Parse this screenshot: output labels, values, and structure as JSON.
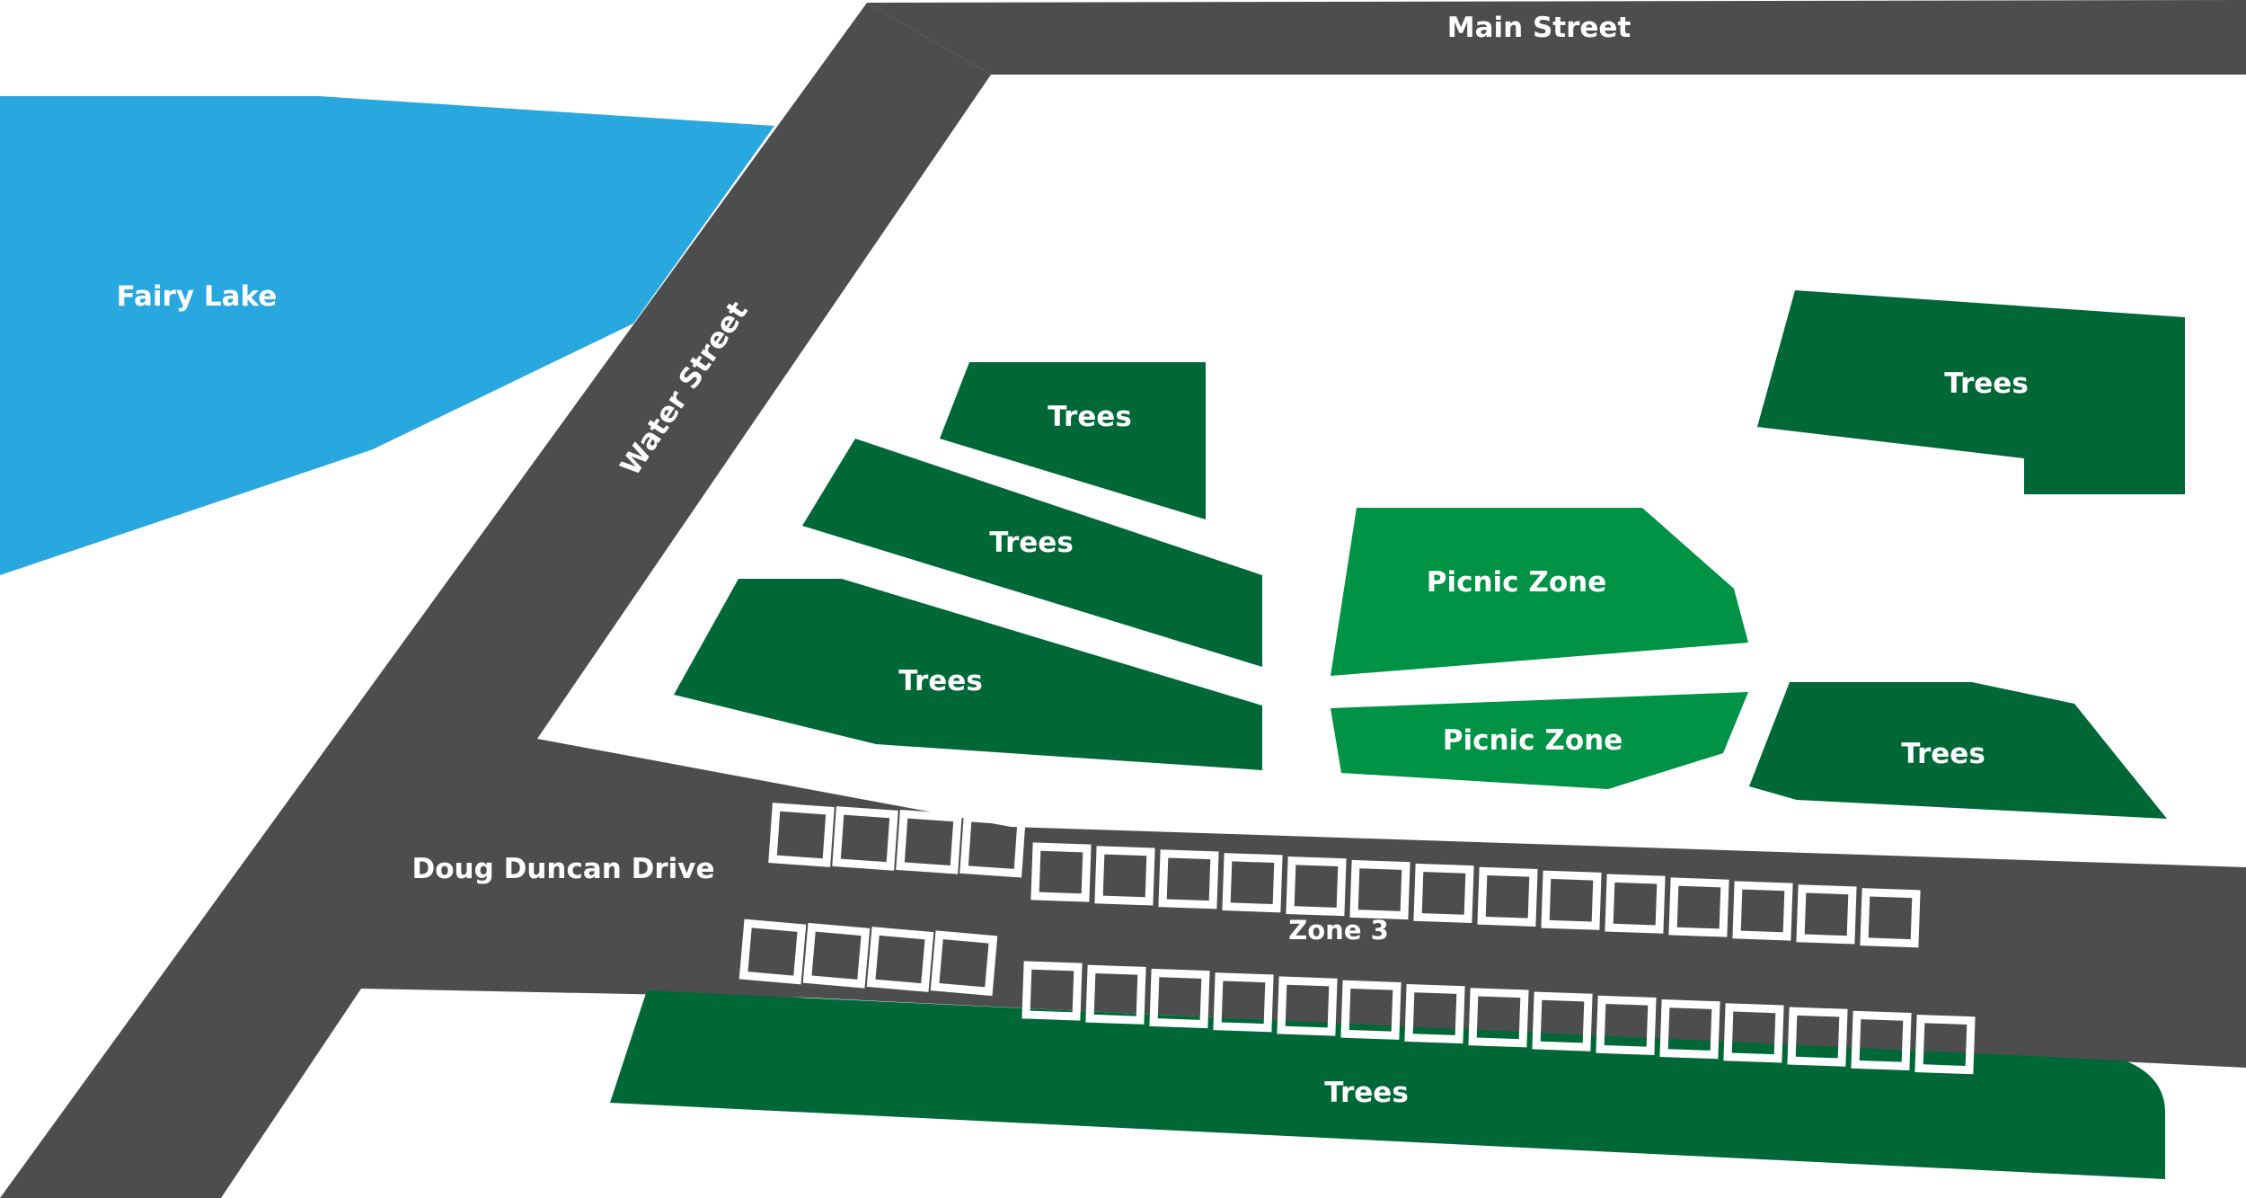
{
  "colors": {
    "road": "#4d4d4d",
    "water": "#29a8df",
    "trees": "#006837",
    "picnic": "#009245",
    "background": "#ffffff",
    "label": "#ffffff"
  },
  "water": {
    "label": "Fairy Lake"
  },
  "roads": {
    "main_street": "Main Street",
    "water_street": "Water Street",
    "doug_duncan_drive": "Doug Duncan Drive"
  },
  "parking": {
    "label": "Zone 3",
    "stalls_per_group": [
      4,
      14,
      4,
      15
    ]
  },
  "areas": {
    "trees_1": "Trees",
    "trees_2": "Trees",
    "trees_3": "Trees",
    "trees_4": "Trees",
    "trees_5": "Trees",
    "trees_6": "Trees",
    "picnic_1": "Picnic Zone",
    "picnic_2": "Picnic Zone"
  }
}
